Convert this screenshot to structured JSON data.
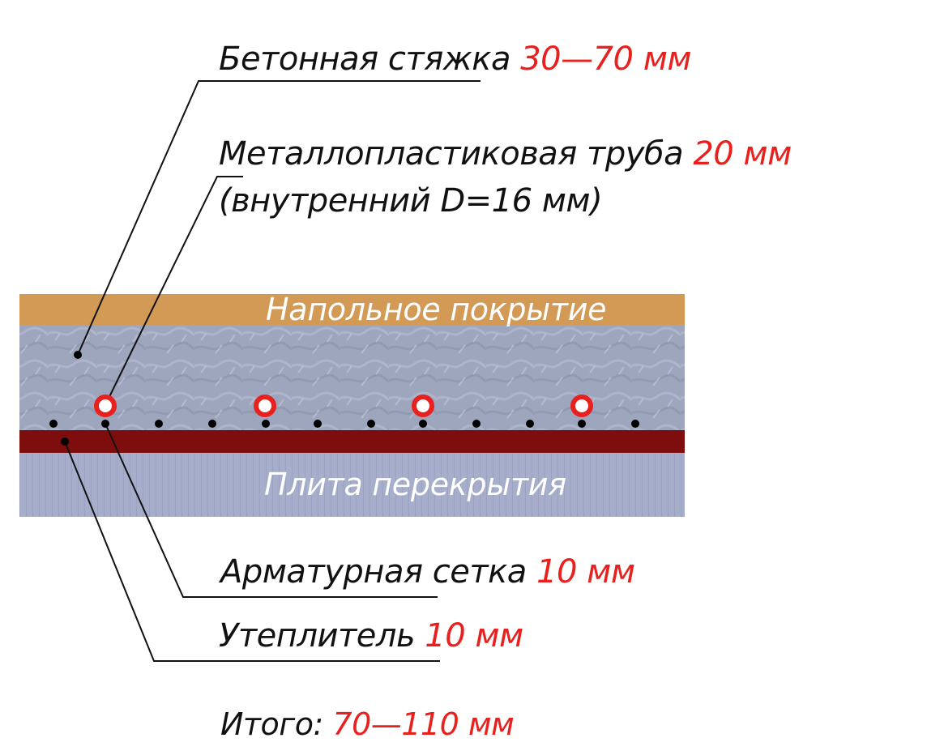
{
  "labels": {
    "screed": {
      "text": "Бетонная стяжка ",
      "value": "30—70 мм"
    },
    "pipe": {
      "text": "Металлопластиковая труба ",
      "value": "20 мм",
      "line2": "(внутренний D=16 мм)"
    },
    "mesh": {
      "text": "Арматурная сетка ",
      "value": "10 мм"
    },
    "insulation": {
      "text": "Утеплитель ",
      "value": "10 мм"
    },
    "total": {
      "text": "Итого: ",
      "value": "70—110 мм"
    }
  },
  "layers": {
    "floor_covering": "Напольное покрытие",
    "slab": "Плита перекрытия"
  },
  "colors": {
    "floor_covering": "#d39a55",
    "screed": "#9ea6bd",
    "insulation": "#7e0e0e",
    "slab": "#a6aecb",
    "value_text": "#e8201e",
    "pipe_ring": "#e8201e"
  }
}
